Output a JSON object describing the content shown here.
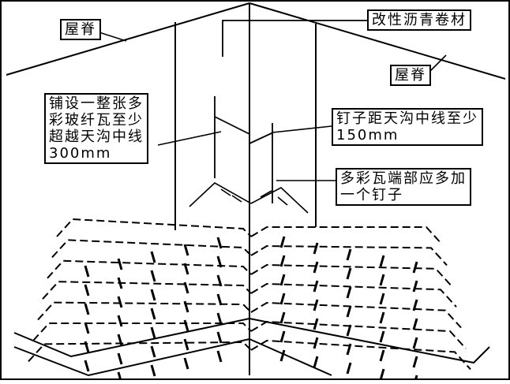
{
  "labels": {
    "ridge_left": "屋脊",
    "membrane": "改性沥青卷材",
    "ridge_right": "屋脊",
    "shingle_over": "铺设一整张多\n彩玻纤瓦至少\n超越天沟中线\n300mm",
    "nail_distance": "钉子距天沟中线至少\n150mm",
    "extra_nail": "多彩瓦端部应多加\n一个钉子"
  }
}
